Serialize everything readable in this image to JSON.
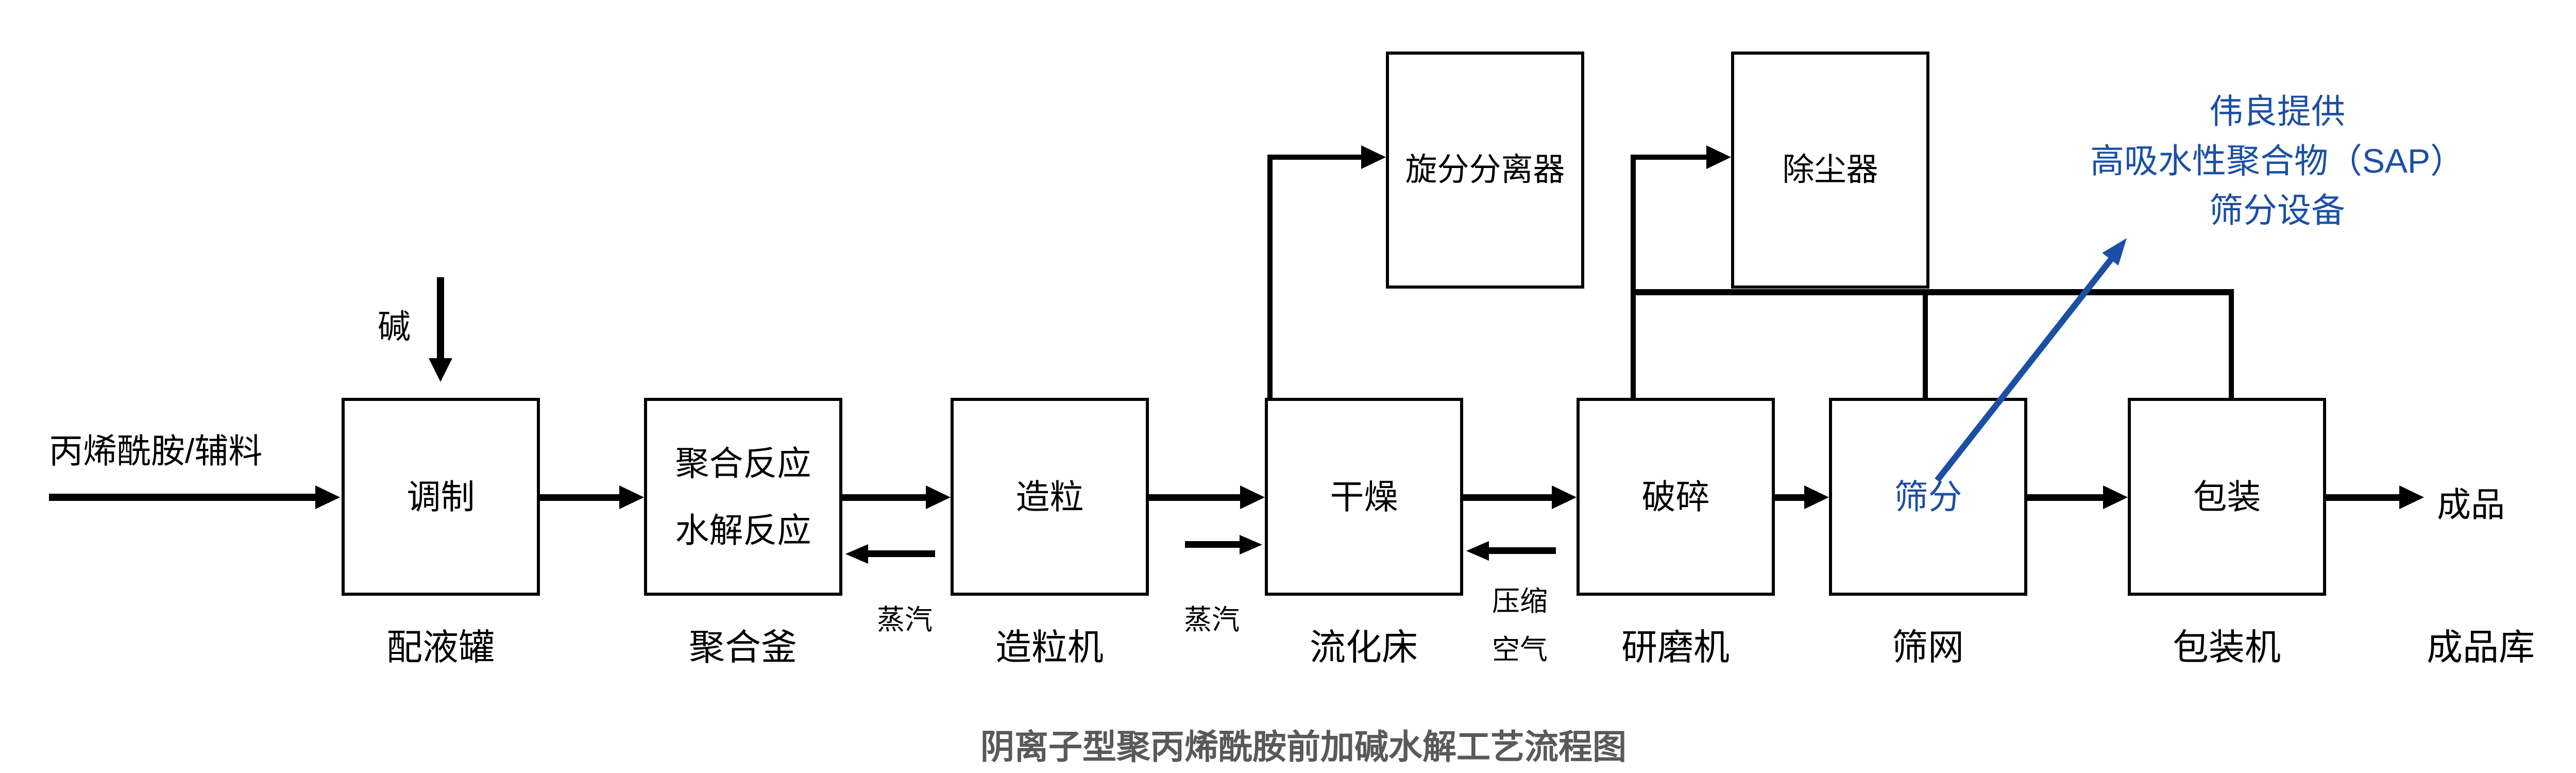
{
  "diagram": {
    "caption": "阴离子型聚丙烯酰胺前加碱水解工艺流程图",
    "inputs": {
      "feed_label": "丙烯酰胺/辅料",
      "alkali_label": "碱"
    },
    "outputs": {
      "product_label": "成品",
      "product_store_label": "成品库"
    },
    "boxes": {
      "tiaozhi": {
        "label": "调制",
        "sub": "配液罐"
      },
      "juhe": {
        "line1": "聚合反应",
        "line2": "水解反应",
        "sub": "聚合釜"
      },
      "zaoli": {
        "label": "造粒",
        "sub": "造粒机"
      },
      "ganzao": {
        "label": "干燥",
        "sub": "流化床"
      },
      "posui": {
        "label": "破碎",
        "sub": "研磨机"
      },
      "shaifen": {
        "label": "筛分",
        "sub": "筛网"
      },
      "baozhuang": {
        "label": "包装",
        "sub": "包装机"
      },
      "xuanfen": {
        "label": "旋分分离器"
      },
      "chuchen": {
        "label": "除尘器"
      }
    },
    "annotations": {
      "steam_into_reactor": "蒸汽",
      "steam_into_dryer": "蒸汽",
      "compressed_air_line1": "压缩",
      "compressed_air_line2": "空气",
      "blue_note_line1": "伟良提供",
      "blue_note_line2": "高吸水性聚合物（SAP）",
      "blue_note_line3": "筛分设备"
    },
    "colors": {
      "line_black": "#000000",
      "accent_blue": "#1B4FA5",
      "caption_gray": "#595959"
    }
  }
}
